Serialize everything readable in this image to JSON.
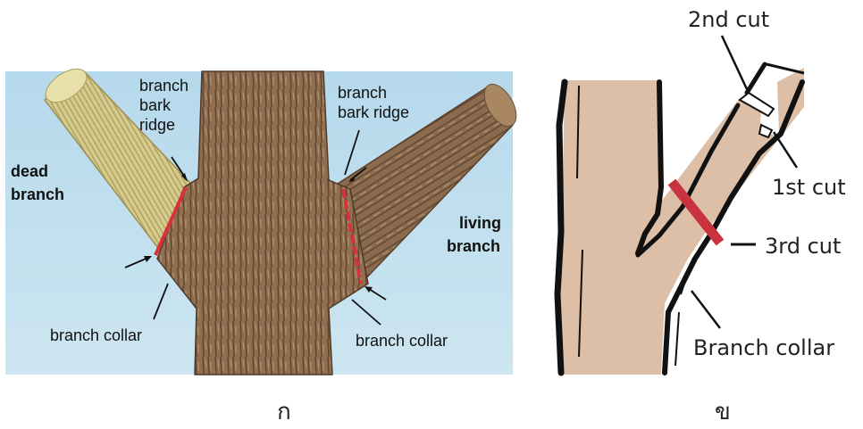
{
  "panel_a": {
    "dead_branch_label_1": "dead",
    "dead_branch_label_2": "branch",
    "living_branch_label_1": "living",
    "living_branch_label_2": "branch",
    "bark_ridge_left_1": "branch",
    "bark_ridge_left_2": "bark",
    "bark_ridge_left_3": "ridge",
    "bark_ridge_right_1": "branch",
    "bark_ridge_right_2": "bark ridge",
    "collar_left": "branch collar",
    "collar_right": "branch collar",
    "caption": "ก",
    "colors": {
      "sky": "#b9dcee",
      "bark": "#8a6a4c",
      "dead_wood": "#d8cc8a",
      "cut_line": "#d8313c"
    }
  },
  "panel_b": {
    "cut_2": "2nd cut",
    "cut_1": "1st cut",
    "cut_3": "3rd cut",
    "collar": "Branch collar",
    "caption": "ข",
    "colors": {
      "wood": "#dcbfa6",
      "outline": "#111111",
      "cut_line": "#c9333d"
    }
  }
}
